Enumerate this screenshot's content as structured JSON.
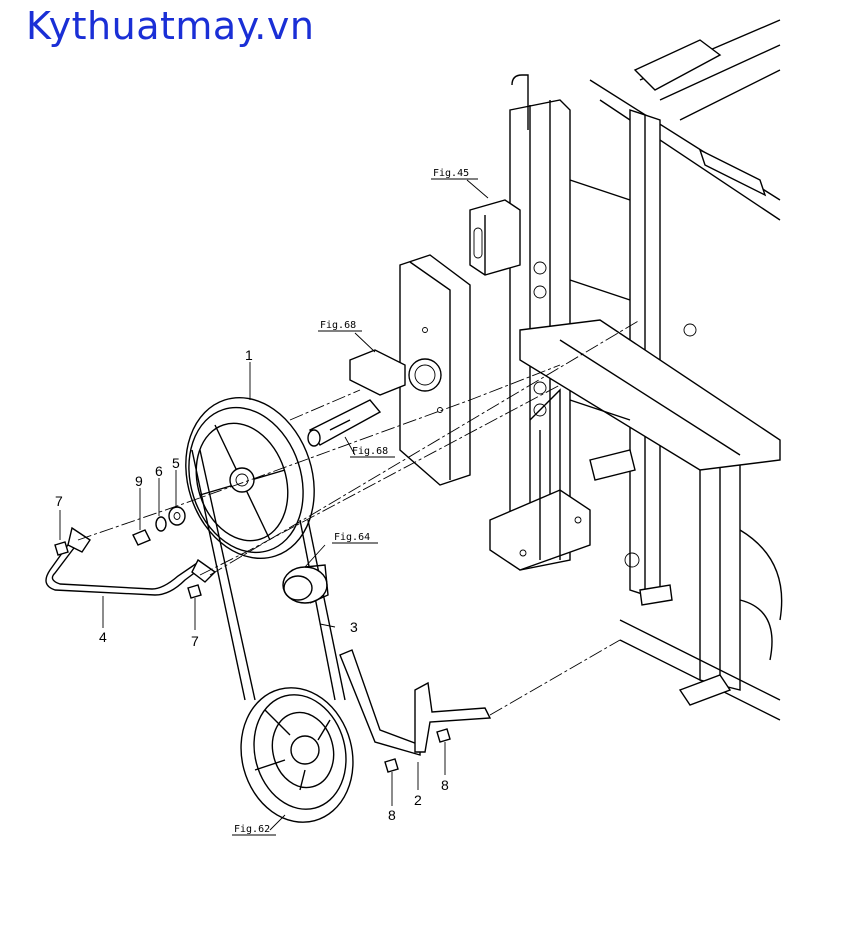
{
  "watermark": "Kythuatmay.vn",
  "callouts": {
    "p1": "1",
    "p2": "2",
    "p3": "3",
    "p4": "4",
    "p5": "5",
    "p6": "6",
    "p7a": "7",
    "p7b": "7",
    "p8a": "8",
    "p8b": "8",
    "p9": "9"
  },
  "figure_refs": {
    "fig45": "Fig.45",
    "fig68a": "Fig.68",
    "fig68b": "Fig.68",
    "fig64": "Fig.64",
    "fig62": "Fig.62"
  }
}
